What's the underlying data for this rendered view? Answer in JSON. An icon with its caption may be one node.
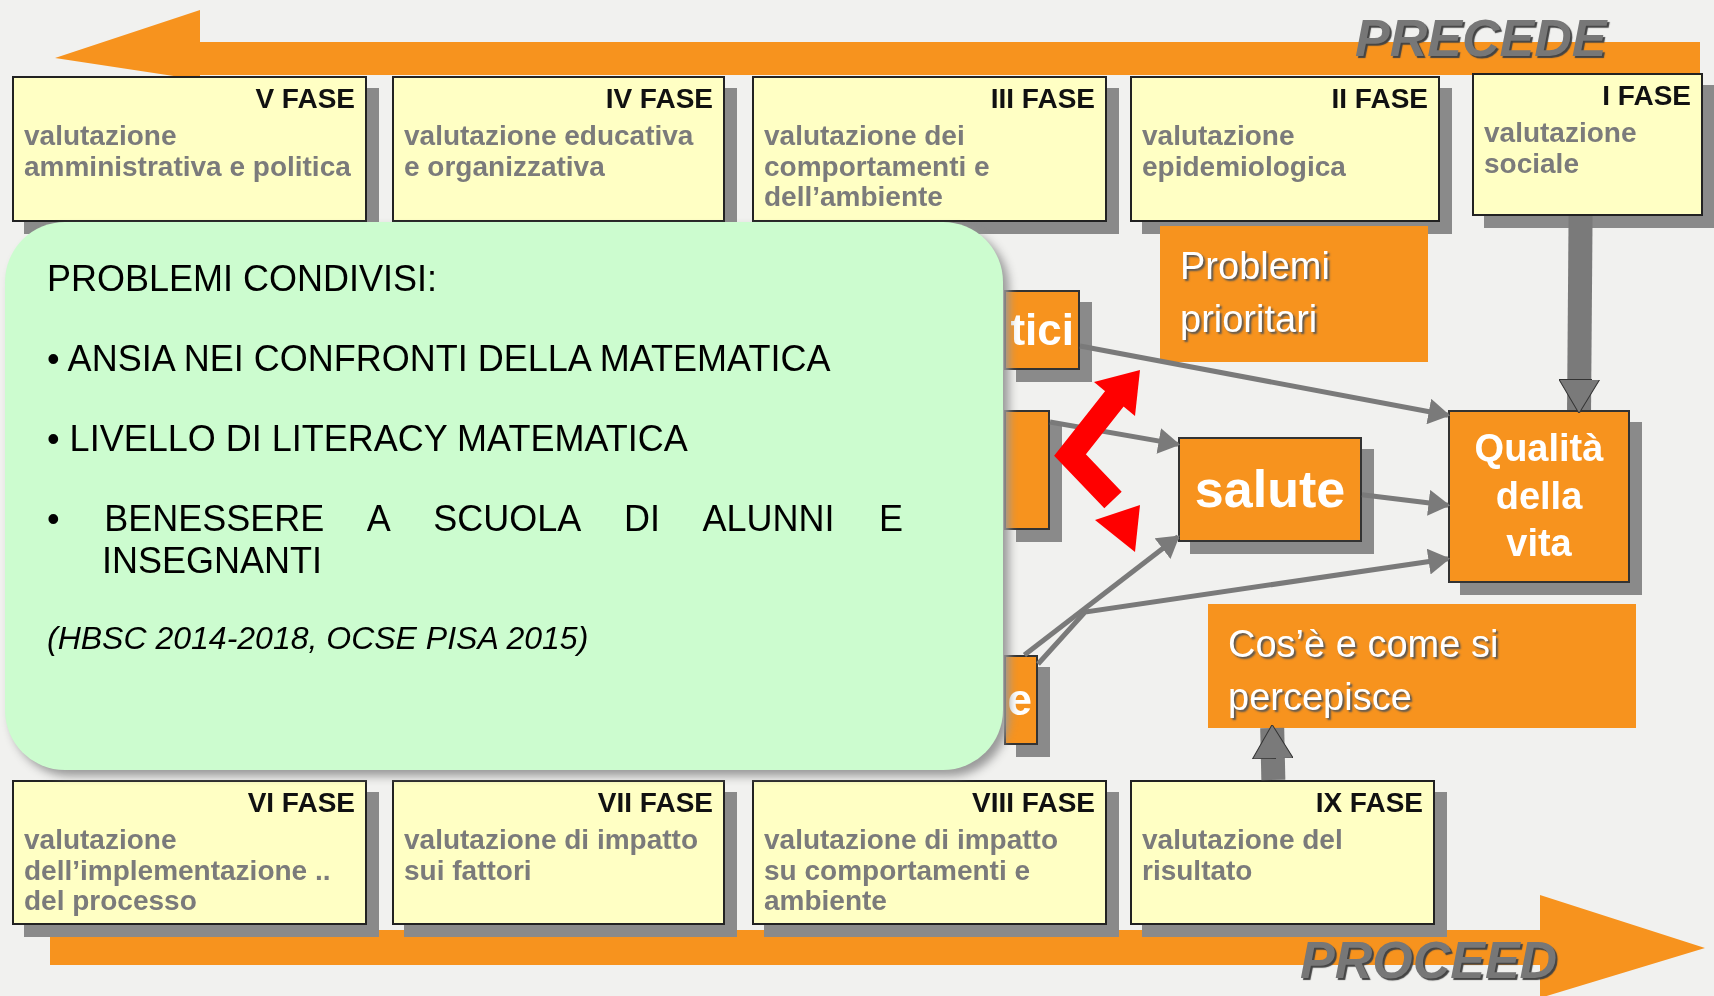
{
  "diagram": {
    "nodes": [
      {
        "text": [
          "V FASE",
          "valutazione amministrativa e politica"
        ]
      },
      {
        "text": [
          "IV FASE",
          "valutazione educativa e organizzativa"
        ]
      },
      {
        "text": [
          "III FASE",
          "valutazione dei comportamenti e dell’ambiente"
        ]
      },
      {
        "text": [
          "II FASE",
          "valutazione epidemiologica"
        ]
      },
      {
        "text": [
          "I FASE",
          "valutazione sociale"
        ]
      },
      {
        "text": [
          "Problemi prioritari"
        ]
      },
      {
        "text": [
          "tici"
        ]
      },
      {
        "text": [],
        "shape": "box"
      },
      {
        "text": [
          "e"
        ]
      },
      {
        "text": [
          "salute"
        ]
      },
      {
        "text": [
          "Qualità della vita"
        ]
      },
      {
        "text": [
          "Cos’è e come si percepisce"
        ]
      },
      {
        "text": [
          "VI FASE",
          "valutazione dell’implementazione .. del processo"
        ]
      },
      {
        "text": [
          "VII FASE",
          "valutazione di impatto sui fattori"
        ]
      },
      {
        "text": [
          "VIII FASE",
          "valutazione di impatto su comportamenti e ambiente"
        ]
      },
      {
        "text": [
          "IX FASE",
          "valutazione del risultato"
        ]
      },
      {
        "text": [
          "PROBLEMI CONDIVISI:",
          "• ANSIA NEI CONFRONTI DELLA MATEMATICA",
          "• LIVELLO DI LITERACY MATEMATICA",
          "• BENESSERE A SCUOLA DI ALUNNI E INSEGNANTI",
          "(HBSC 2014-2018, OCSE PISA 2015)"
        ]
      }
    ],
    "edges": [
      {
        "from": 6,
        "to": 10,
        "arrow": "to"
      },
      {
        "from": 7,
        "to": 9,
        "arrow": "to"
      },
      {
        "from": 9,
        "to": 10,
        "arrow": "to"
      },
      {
        "from": 8,
        "to": 9,
        "arrow": "to"
      },
      {
        "from": 8,
        "to": 10,
        "arrow": "to"
      },
      {
        "from": 4,
        "to": 10,
        "arrow": "to",
        "style": "thick"
      },
      {
        "from": 15,
        "to": 11,
        "arrow": "to",
        "style": "thick"
      }
    ],
    "labels": [
      "PRECEDE",
      "PROCEED"
    ]
  }
}
